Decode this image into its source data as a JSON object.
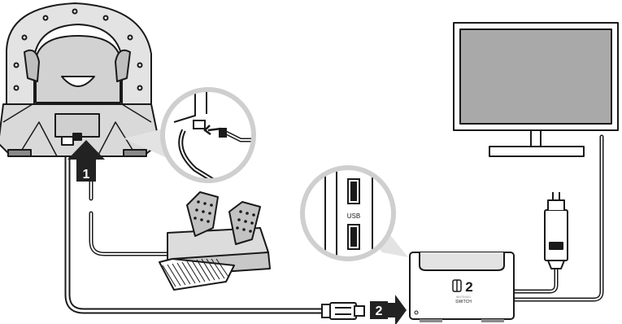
{
  "steps": {
    "step1": {
      "number": "1"
    },
    "step2": {
      "number": "2"
    }
  },
  "usb_callout": {
    "port_label": "USB"
  },
  "dock": {
    "logo_text": "2",
    "brand_line1": "NINTENDO",
    "brand_line2": "SWITCH"
  },
  "colors": {
    "line": "#1a1a1a",
    "light_gray": "#e3e3e3",
    "mid_gray": "#c4c4c4",
    "dark_gray": "#8a8a8a",
    "screen": "#a9a9a9",
    "badge": "#222222"
  }
}
